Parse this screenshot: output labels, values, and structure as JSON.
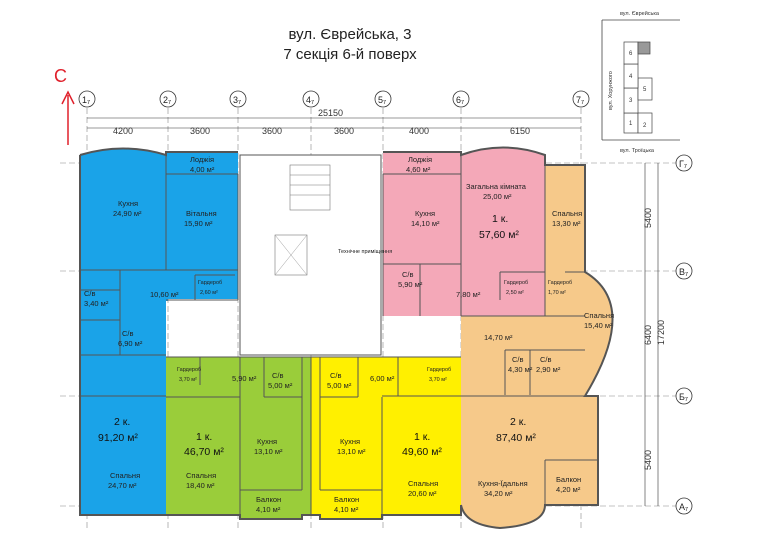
{
  "title": "вул. Єврейська, 3",
  "subtitle": "7 секція 6-й поверх",
  "north_marker": "С",
  "axes_columns": [
    "1₇",
    "2₇",
    "3₇",
    "4₇",
    "5₇",
    "6₇",
    "7₇"
  ],
  "axes_rows": [
    "Г₇",
    "В₇",
    "Б₇",
    "А₇"
  ],
  "dims_top_total": "25150",
  "dims_top": [
    "4200",
    "3600",
    "3600",
    "3600",
    "4000",
    "6150"
  ],
  "dims_right": [
    "5400",
    "6400",
    "5400"
  ],
  "dims_right_total": "17200",
  "colors": {
    "blue": "#1aa3e8",
    "green": "#9acd3a",
    "yellow": "#fff000",
    "pink": "#f4a8b8",
    "orange": "#f6c98a",
    "wall": "#555555"
  },
  "rooms": {
    "lodzh_left": "Лоджія",
    "lodzh_left_area": "4,00 м²",
    "kitchen_blue": "Кухня",
    "kitchen_blue_area": "24,90 м²",
    "vital": "Вітальня",
    "vital_area": "15,90 м²",
    "hall_blue": "10,60 м²",
    "gard_blue": "Гардероб",
    "gard_blue_area": "2,60 м²",
    "cv_blue1": "С/в",
    "cv_blue1_area": "3,40 м²",
    "cv_blue2": "С/в",
    "cv_blue2_area": "6,90 м²",
    "bed_blue": "Спальня",
    "bed_blue_area": "24,70 м²",
    "lodzh_right": "Лоджія",
    "lodzh_right_area": "4,60 м²",
    "living_pink": "Загальна кімната",
    "living_pink_area": "25,00 м²",
    "kitchen_pink": "Кухня",
    "kitchen_pink_area": "14,10 м²",
    "cv_pink": "С/в",
    "cv_pink_area": "5,90 м²",
    "hall_pink": "7,80 м²",
    "gard_pink": "Гардероб",
    "gard_pink_area": "2,50 м²",
    "tech": "Технічне приміщення",
    "bed_or1": "Спальня",
    "bed_or1_area": "13,30 м²",
    "gard_or": "Гардероб",
    "gard_or_area": "1,70 м²",
    "bed_or2": "Спальня",
    "bed_or2_area": "15,40 м²",
    "hall_or": "14,70 м²",
    "cv_or1": "С/в",
    "cv_or1_area": "4,30 м²",
    "cv_or2": "С/в",
    "cv_or2_area": "2,90 м²",
    "kitch_or": "Кухня-Їдальня",
    "kitch_or_area": "34,20 м²",
    "balk_or": "Балкон",
    "balk_or_area": "4,20 м²",
    "gard_gr": "Гардероб",
    "gard_gr_area": "3,70 м²",
    "hall_gr": "5,90 м²",
    "cv_gr": "С/в",
    "cv_gr_area": "5,00 м²",
    "bed_gr": "Спальня",
    "bed_gr_area": "18,40 м²",
    "kitchen_gr": "Кухня",
    "kitchen_gr_area": "13,10 м²",
    "balk_gr": "Балкон",
    "balk_gr_area": "4,10 м²",
    "cv_ye": "С/в",
    "cv_ye_area": "5,00 м²",
    "hall_ye": "6,00 м²",
    "gard_ye": "Гардероб",
    "gard_ye_area": "3,70 м²",
    "kitchen_ye": "Кухня",
    "kitchen_ye_area": "13,10 м²",
    "bed_ye": "Спальня",
    "bed_ye_area": "20,60 м²",
    "balk_ye": "Балкон",
    "balk_ye_area": "4,10 м²"
  },
  "apartments": {
    "blue_rooms": "2 к.",
    "blue_area": "91,20 м²",
    "pink_rooms": "1 к.",
    "pink_area": "57,60 м²",
    "green_rooms": "1 к.",
    "green_area": "46,70 м²",
    "yellow_rooms": "1 к.",
    "yellow_area": "49,60 м²",
    "orange_rooms": "2 к.",
    "orange_area": "87,40 м²"
  },
  "keyplan": {
    "street_top": "вул. Єврейська",
    "street_left": "вул. Хорунжого",
    "street_bottom": "вул. Троїцька",
    "sections": [
      "1",
      "2",
      "3",
      "4",
      "5",
      "6"
    ]
  }
}
